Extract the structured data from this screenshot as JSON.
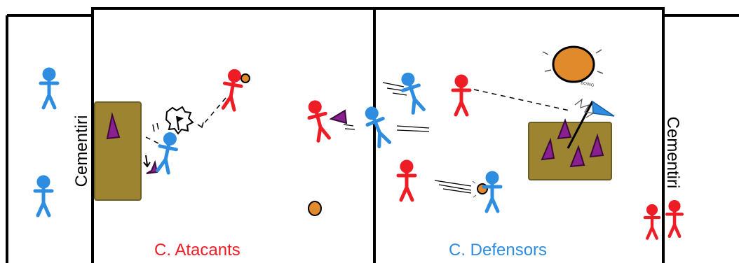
{
  "labels": {
    "attack_zone": "C. Atacants",
    "defense_zone": "C. Defensors",
    "cemetery_left": "Cementiri",
    "cemetery_right": "Cementiri",
    "hit_sound": "BOING"
  },
  "colors": {
    "attackers": "#ee1c24",
    "defenders": "#2e8de0",
    "ball": "#e08a2c",
    "cone": "#8a1f8f",
    "mat": "#9c8431",
    "flag": "#2e8de0",
    "lines": "#000000"
  },
  "icons": [
    "person-icon",
    "ball-icon",
    "cone-icon",
    "flag-icon",
    "mat-icon",
    "speech-bubble-icon"
  ]
}
